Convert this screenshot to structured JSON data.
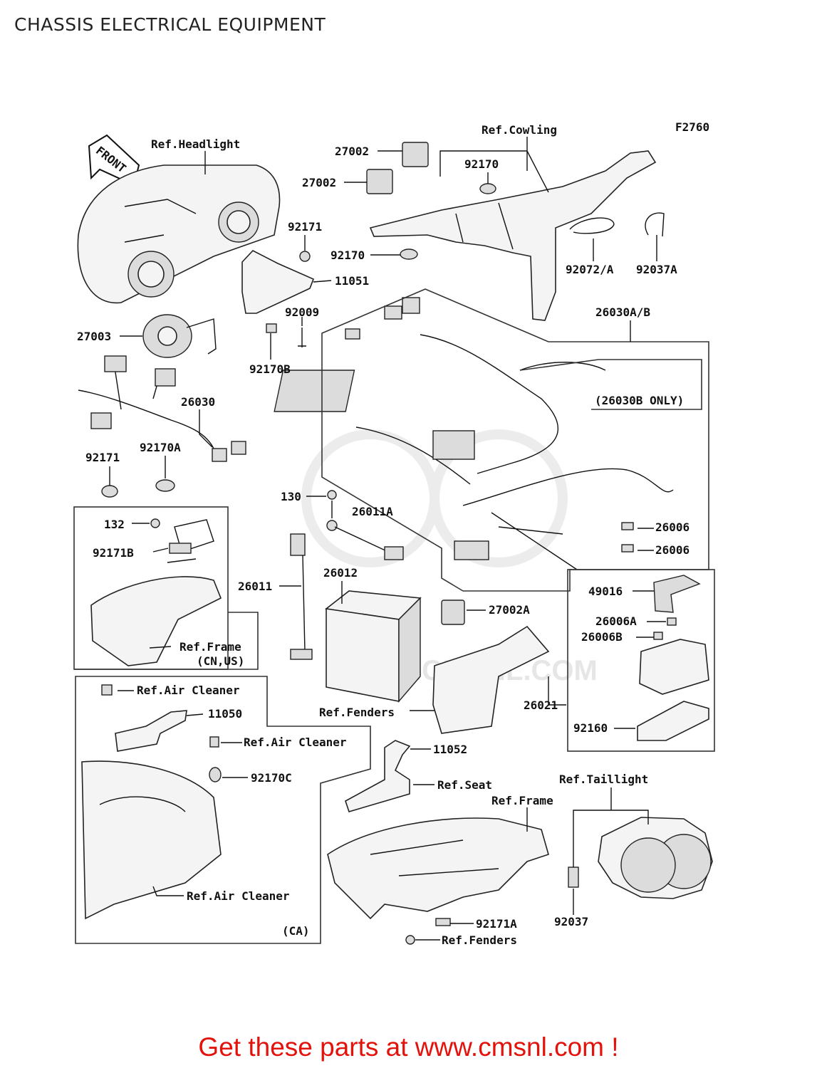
{
  "page": {
    "title": "CHASSIS ELECTRICAL EQUIPMENT",
    "figure_code": "F2760",
    "front_label": "FRONT",
    "footer": "Get these parts at www.cmsnl.com !",
    "watermark": "WWW.CMSNL.COM"
  },
  "callouts": {
    "ref_headlight": "Ref.Headlight",
    "ref_cowling": "Ref.Cowling",
    "p27002_a": "27002",
    "p27002_b": "27002",
    "p92170_a": "92170",
    "p92170_b": "92170",
    "p92072a": "92072/A",
    "p92037a": "92037A",
    "p92171_a": "92171",
    "p11051": "11051",
    "p92009": "92009",
    "p27003": "27003",
    "p92170b": "92170B",
    "p26030ab": "26030A/B",
    "p26030b_only": "(26030B ONLY)",
    "p26030": "26030",
    "p92170a": "92170A",
    "p92171_b": "92171",
    "p130": "130",
    "p26011a": "26011A",
    "p132": "132",
    "p92171b": "92171B",
    "p26012": "26012",
    "p26011": "26011",
    "p26006_a": "26006",
    "p26006_b": "26006",
    "p49016": "49016",
    "p27002a": "27002A",
    "p26006a": "26006A",
    "p26006b": "26006B",
    "ref_frame_cnus": "Ref.Frame",
    "cn_us": "(CN,US)",
    "ref_air_cleaner_a": "Ref.Air Cleaner",
    "p11050": "11050",
    "ref_fenders_a": "Ref.Fenders",
    "p26021": "26021",
    "ref_air_cleaner_b": "Ref.Air Cleaner",
    "p92160": "92160",
    "p92170c": "92170C",
    "p11052": "11052",
    "ref_seat": "Ref.Seat",
    "ref_taillight": "Ref.Taillight",
    "ref_frame": "Ref.Frame",
    "ref_air_cleaner_c": "Ref.Air Cleaner",
    "ca": "(CA)",
    "p92171a": "92171A",
    "p92037": "92037",
    "ref_fenders_b": "Ref.Fenders"
  }
}
